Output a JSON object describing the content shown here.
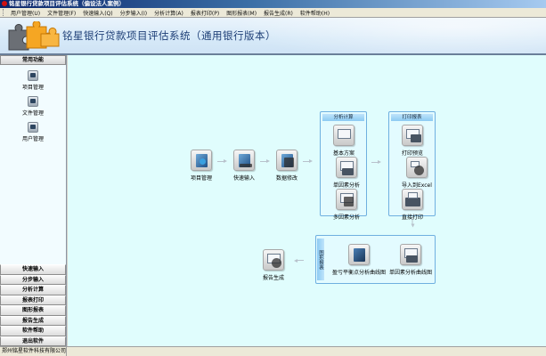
{
  "window": {
    "title": "铭星银行贷款项目评估系统（偏设法人案例）"
  },
  "menubar": {
    "items": [
      {
        "label": "用户管理(U)"
      },
      {
        "label": "文件管理(F)"
      },
      {
        "label": "快速输入(Q)"
      },
      {
        "label": "分步输入(I)"
      },
      {
        "label": "分析计算(A)"
      },
      {
        "label": "报表打印(P)"
      },
      {
        "label": "图形报表(M)"
      },
      {
        "label": "报告生成(R)"
      },
      {
        "label": "软件帮助(H)"
      }
    ]
  },
  "banner": {
    "title": "铭星银行贷款项目评估系统（通用银行版本）"
  },
  "sidebar": {
    "header": "常用功能",
    "quick_items": [
      {
        "label": "项目管理",
        "icon": "monitor-icon"
      },
      {
        "label": "文件管理",
        "icon": "file-manage-icon"
      },
      {
        "label": "用户管理",
        "icon": "user-manage-icon"
      }
    ],
    "buttons": [
      {
        "label": "快速输入"
      },
      {
        "label": "分步输入"
      },
      {
        "label": "分析计算"
      },
      {
        "label": "报表打印"
      },
      {
        "label": "图形报表"
      },
      {
        "label": "报告生成"
      },
      {
        "label": "软件帮助"
      },
      {
        "label": "退出软件"
      }
    ]
  },
  "workflow": {
    "steps": [
      {
        "label": "项目管理"
      },
      {
        "label": "快速输入"
      },
      {
        "label": "数据修改"
      }
    ],
    "analysis_panel": {
      "title": "分析计算",
      "items": [
        {
          "label": "基本方案"
        },
        {
          "label": "单因素分析"
        },
        {
          "label": "多因素分析"
        }
      ]
    },
    "print_panel": {
      "title": "打印报表",
      "items": [
        {
          "label": "打印预览"
        },
        {
          "label": "导入到Excel"
        },
        {
          "label": "直接打印"
        }
      ]
    },
    "chart_panel": {
      "title": "图形报表",
      "items": [
        {
          "label": "盈亏平衡点分析曲线图"
        },
        {
          "label": "单因素分析曲线图"
        }
      ]
    },
    "report": {
      "label": "报告生成"
    }
  },
  "statusbar": {
    "company": "郑州铭星软件科技有限公司"
  },
  "colors": {
    "main_bg": "#e0fdfd",
    "sidebar_bg": "#f2fcff",
    "panel_border": "#6fb0e0",
    "banner_title": "#1e3f77",
    "titlebar_start": "#0a246a"
  }
}
